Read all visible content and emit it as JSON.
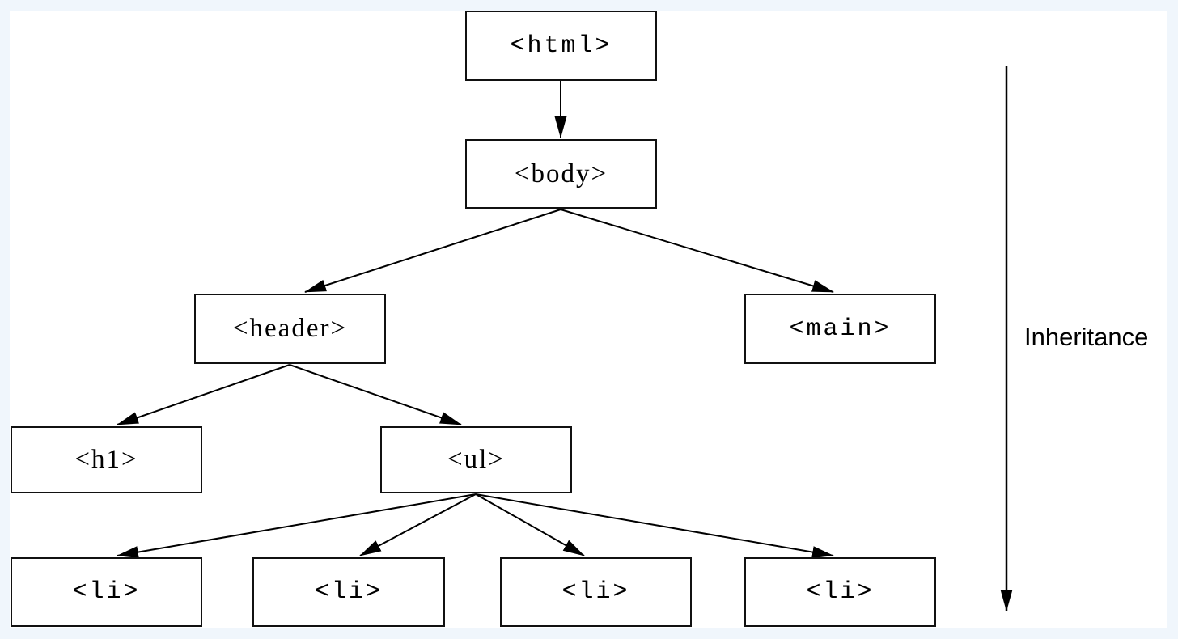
{
  "page": {
    "background_color": "#f0f6fc",
    "panel_color": "#ffffff",
    "line_color": "#000000"
  },
  "diagram": {
    "type": "tree",
    "nodes": [
      {
        "id": "html",
        "label": "<html>"
      },
      {
        "id": "body",
        "label": "<body>"
      },
      {
        "id": "header",
        "label": "<header>"
      },
      {
        "id": "main",
        "label": "<main>"
      },
      {
        "id": "h1",
        "label": "<h1>"
      },
      {
        "id": "ul",
        "label": "<ul>"
      },
      {
        "id": "li-1",
        "label": "<li>"
      },
      {
        "id": "li-2",
        "label": "<li>"
      },
      {
        "id": "li-3",
        "label": "<li>"
      },
      {
        "id": "li-4",
        "label": "<li>"
      }
    ],
    "edges": [
      {
        "from": "html",
        "to": "body"
      },
      {
        "from": "body",
        "to": "header"
      },
      {
        "from": "body",
        "to": "main"
      },
      {
        "from": "header",
        "to": "h1"
      },
      {
        "from": "header",
        "to": "ul"
      },
      {
        "from": "ul",
        "to": "li-1"
      },
      {
        "from": "ul",
        "to": "li-2"
      },
      {
        "from": "ul",
        "to": "li-3"
      },
      {
        "from": "ul",
        "to": "li-4"
      }
    ],
    "annotation": {
      "label": "Inheritance",
      "arrow_direction": "down"
    }
  }
}
